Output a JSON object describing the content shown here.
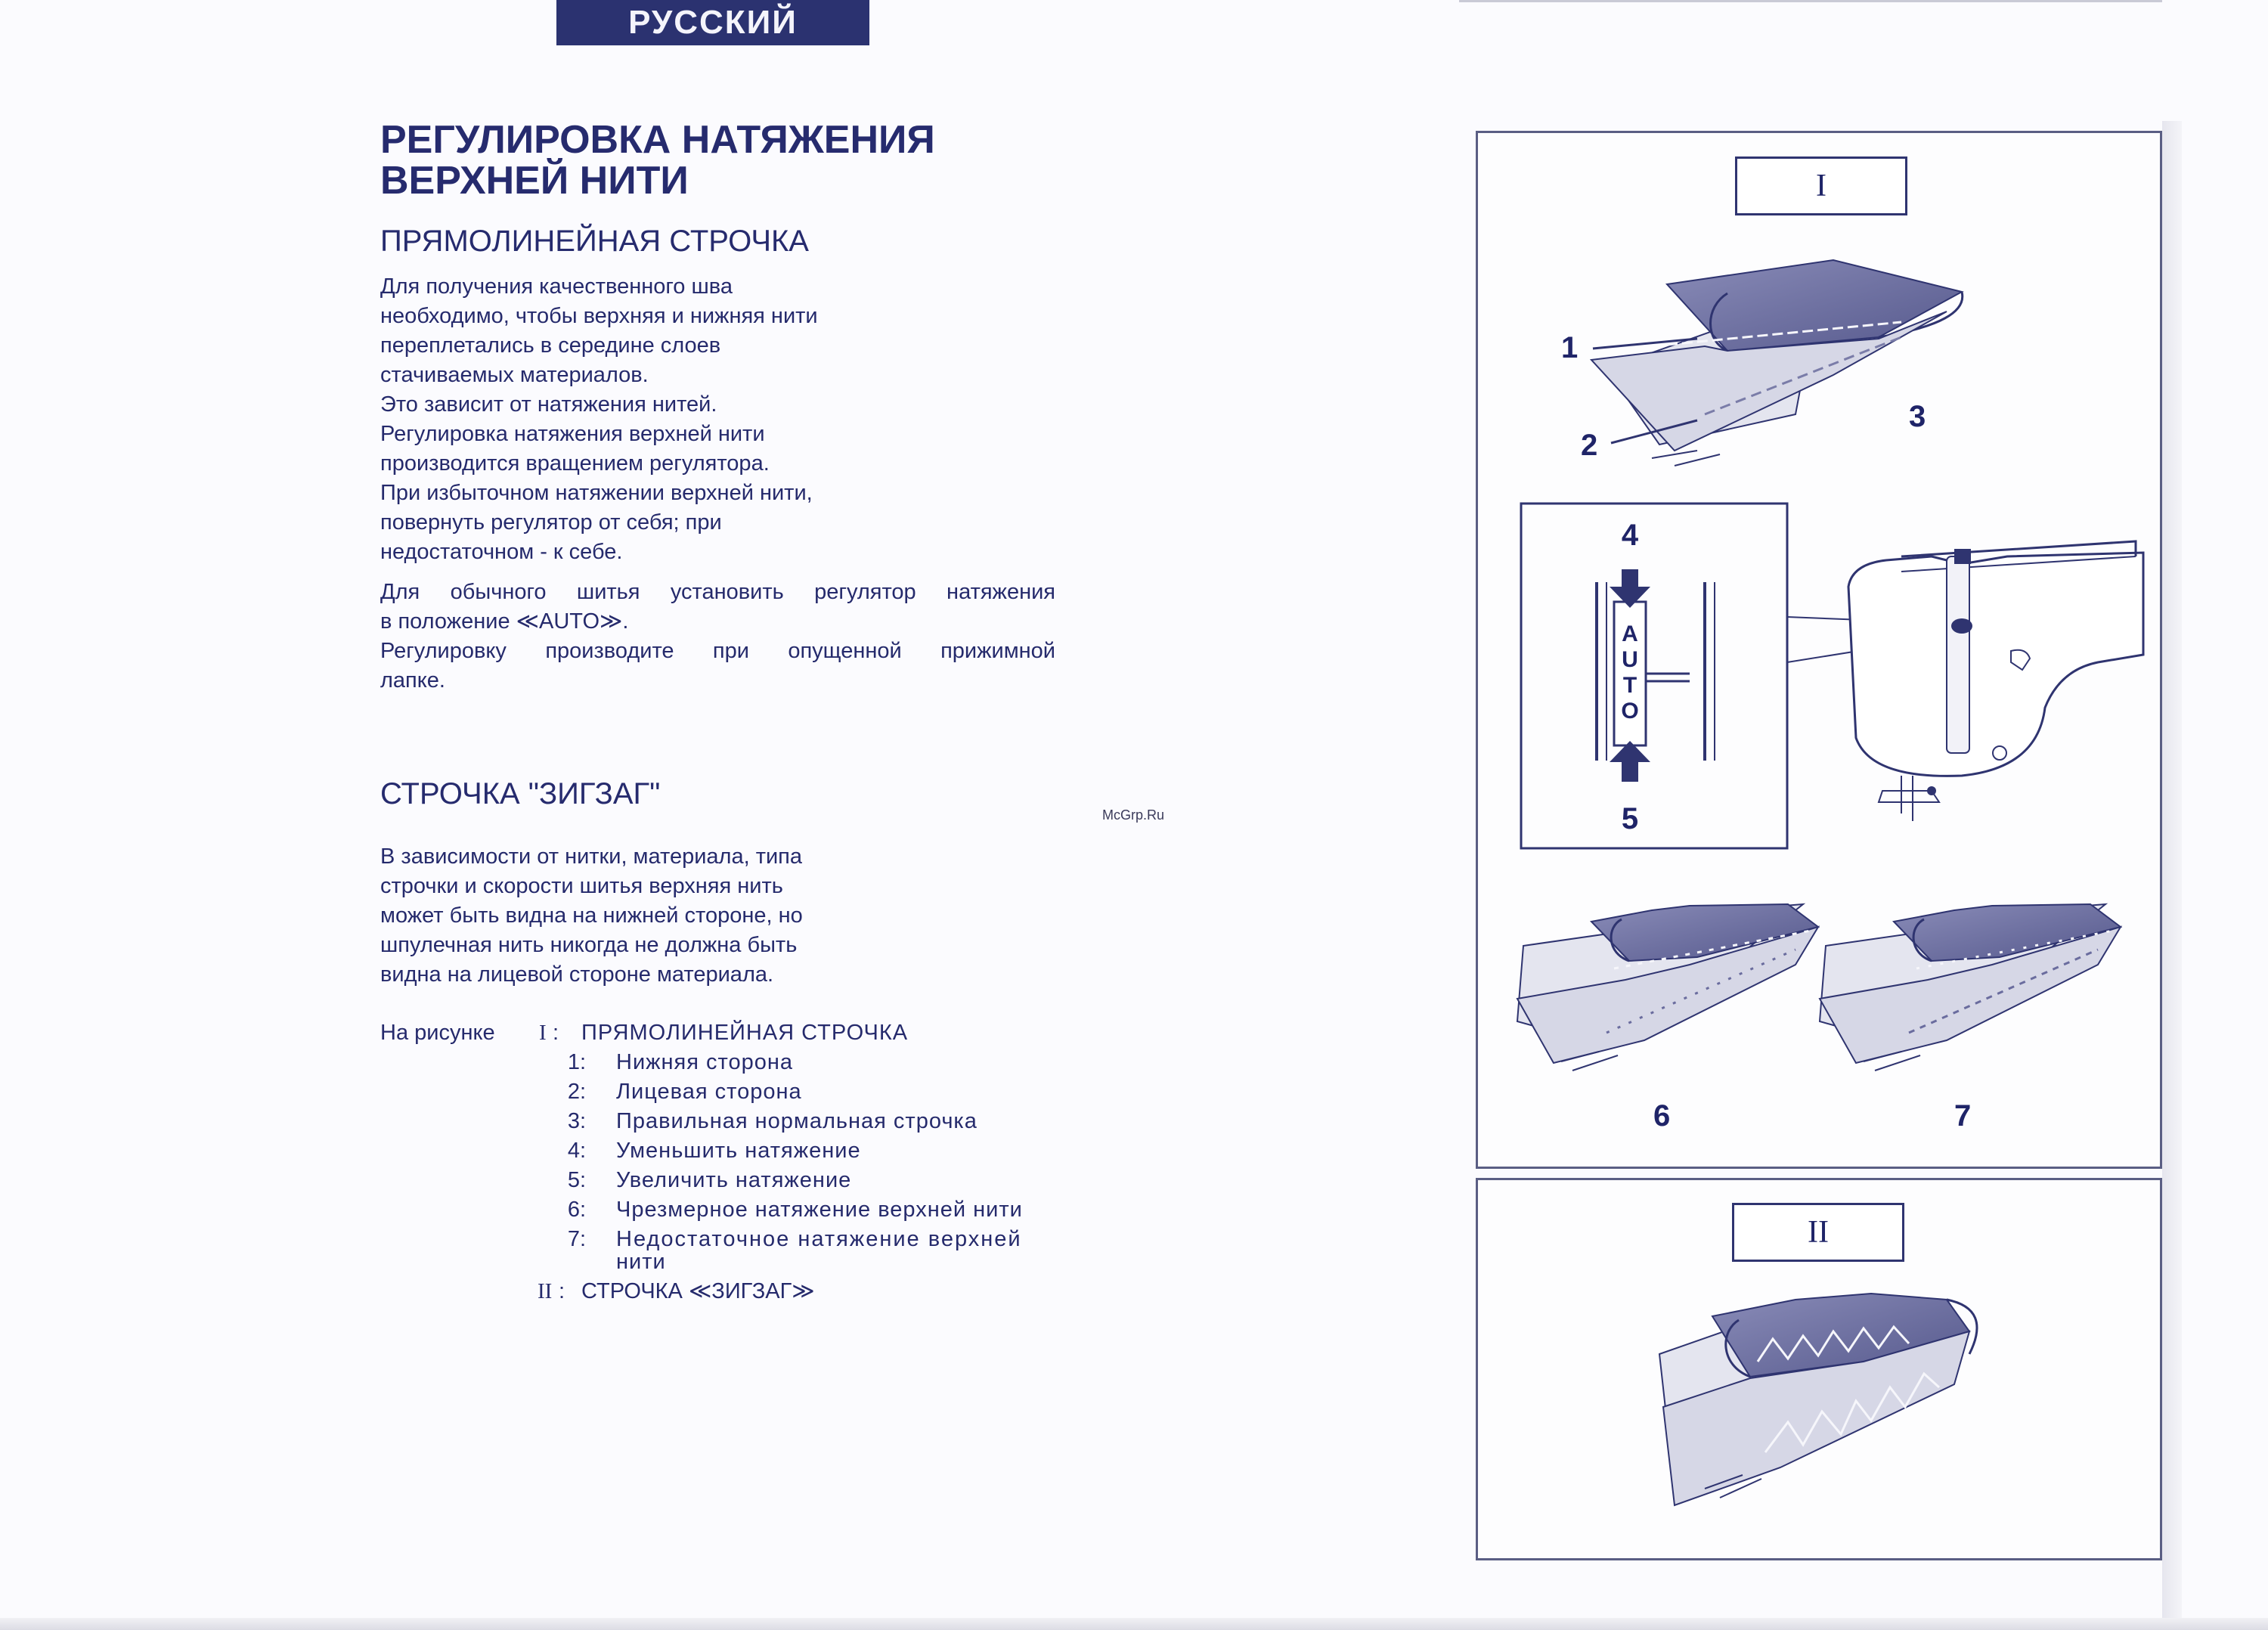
{
  "header": {
    "language_tab": "РУССКИЙ"
  },
  "section1": {
    "title_line1": "РЕГУЛИРОВКА НАТЯЖЕНИЯ",
    "title_line2": "ВЕРХНЕЙ НИТИ",
    "subtitle": "ПРЯМОЛИНЕЙНАЯ СТРОЧКА",
    "paragraph1": [
      "Для получения качественного шва",
      "необходимо, чтобы верхняя и нижняя нити",
      "переплетались в середине слоев",
      "стачиваемых материалов.",
      "Это зависит от натяжения нитей.",
      "Регулировка натяжения верхней нити",
      "производится вращением регулятора.",
      "При избыточном натяжении верхней нити,",
      "повернуть регулятор от себя; при",
      "недостаточном - к себе."
    ],
    "paragraph2": [
      "Для обычного шитья установить регулятор натяжения",
      "в положение ≪AUTO≫.",
      "Регулировку производите при опущенной прижимной",
      "лапке."
    ]
  },
  "section2": {
    "subtitle": "СТРОЧКА \"ЗИГЗАГ\"",
    "paragraph": [
      "В зависимости от нитки, материала, типа",
      "строчки и скорости шитья верхняя нить",
      "может быть видна на нижней стороне, но",
      "шпулечная нить никогда не должна быть",
      "видна на лицевой стороне материала."
    ]
  },
  "legend": {
    "intro": "На рисунке",
    "figure1_numeral": "I",
    "figure1_title": "ПРЯМОЛИНЕЙНАЯ СТРОЧКА",
    "items": [
      {
        "num": "1:",
        "text": "Нижняя сторона"
      },
      {
        "num": "2:",
        "text": "Лицевая сторона"
      },
      {
        "num": "3:",
        "text": "Правильная нормальная строчка"
      },
      {
        "num": "4:",
        "text": "Уменьшить натяжение"
      },
      {
        "num": "5:",
        "text": "Увеличить натяжение"
      },
      {
        "num": "6:",
        "text": "Чрезмерное натяжение верхней нити"
      },
      {
        "num": "7:",
        "text": "Недостаточное натяжение верхней"
      }
    ],
    "item7_continuation": "нити",
    "figure2_numeral": "II",
    "figure2_title": "СТРОЧКА ≪ЗИГЗАГ≫"
  },
  "watermark": "McGrp.Ru",
  "figure1": {
    "label": "I",
    "callouts": [
      "1",
      "2",
      "3",
      "4",
      "5",
      "6",
      "7"
    ],
    "dial_letters": [
      "A",
      "U",
      "T",
      "O"
    ]
  },
  "figure2": {
    "label": "II"
  },
  "colors": {
    "ink": "#262b6e",
    "tab_bg": "#2b3270",
    "fabric_top": "#6a6c9e",
    "fabric_bottom": "#d8d9e8"
  }
}
